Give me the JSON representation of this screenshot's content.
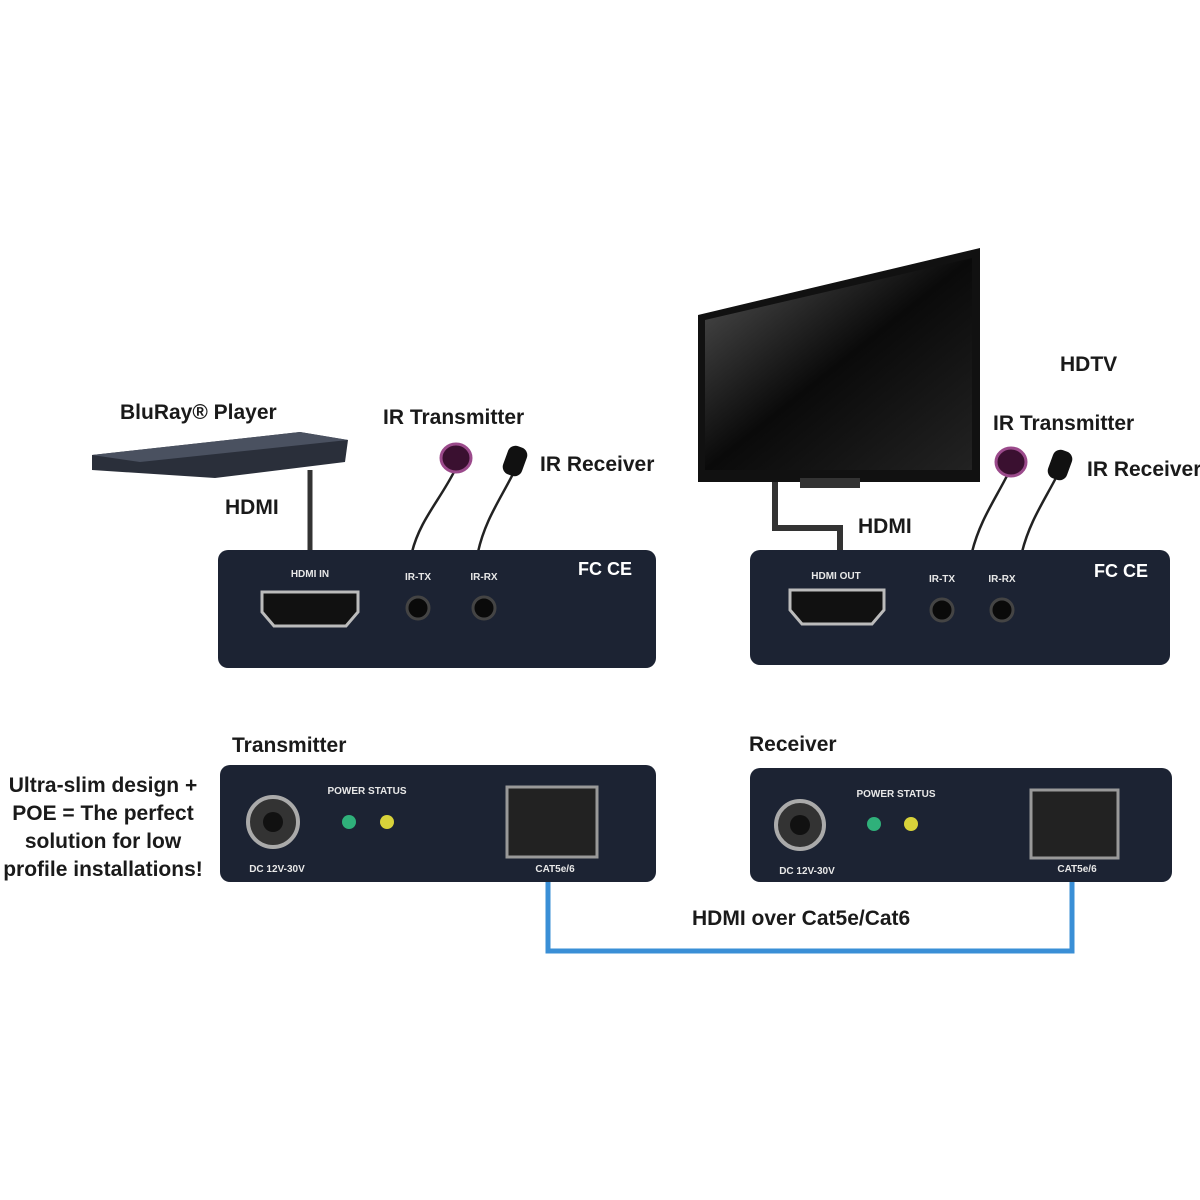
{
  "labels": {
    "bluray": "BluRay® Player",
    "hdmi_left": "HDMI",
    "ir_tx_left": "IR Transmitter",
    "ir_rx_left": "IR Receiver",
    "hdtv": "HDTV",
    "ir_tx_right": "IR Transmitter",
    "ir_rx_right": "IR Receiver",
    "hdmi_right": "HDMI",
    "transmitter": "Transmitter",
    "receiver": "Receiver",
    "cable": "HDMI over Cat5e/Cat6"
  },
  "caption": [
    "Ultra-slim design +",
    "POE = The perfect",
    "solution for low",
    "profile installations!"
  ],
  "tx_front": {
    "port": "HDMI IN",
    "ir_tx": "IR-TX",
    "ir_rx": "IR-RX",
    "cert": "FC CE"
  },
  "rx_front": {
    "port": "HDMI OUT",
    "ir_tx": "IR-TX",
    "ir_rx": "IR-RX",
    "cert": "FC CE"
  },
  "back": {
    "power": "DC 12V-30V",
    "status": "POWER STATUS",
    "lan": "CAT5e/6"
  },
  "colors": {
    "device": "#1c2333",
    "cable": "#3a8fd6",
    "led_power": "#2fb07a",
    "led_status": "#d8d23a",
    "ir_tx": "#7a2a6e"
  }
}
